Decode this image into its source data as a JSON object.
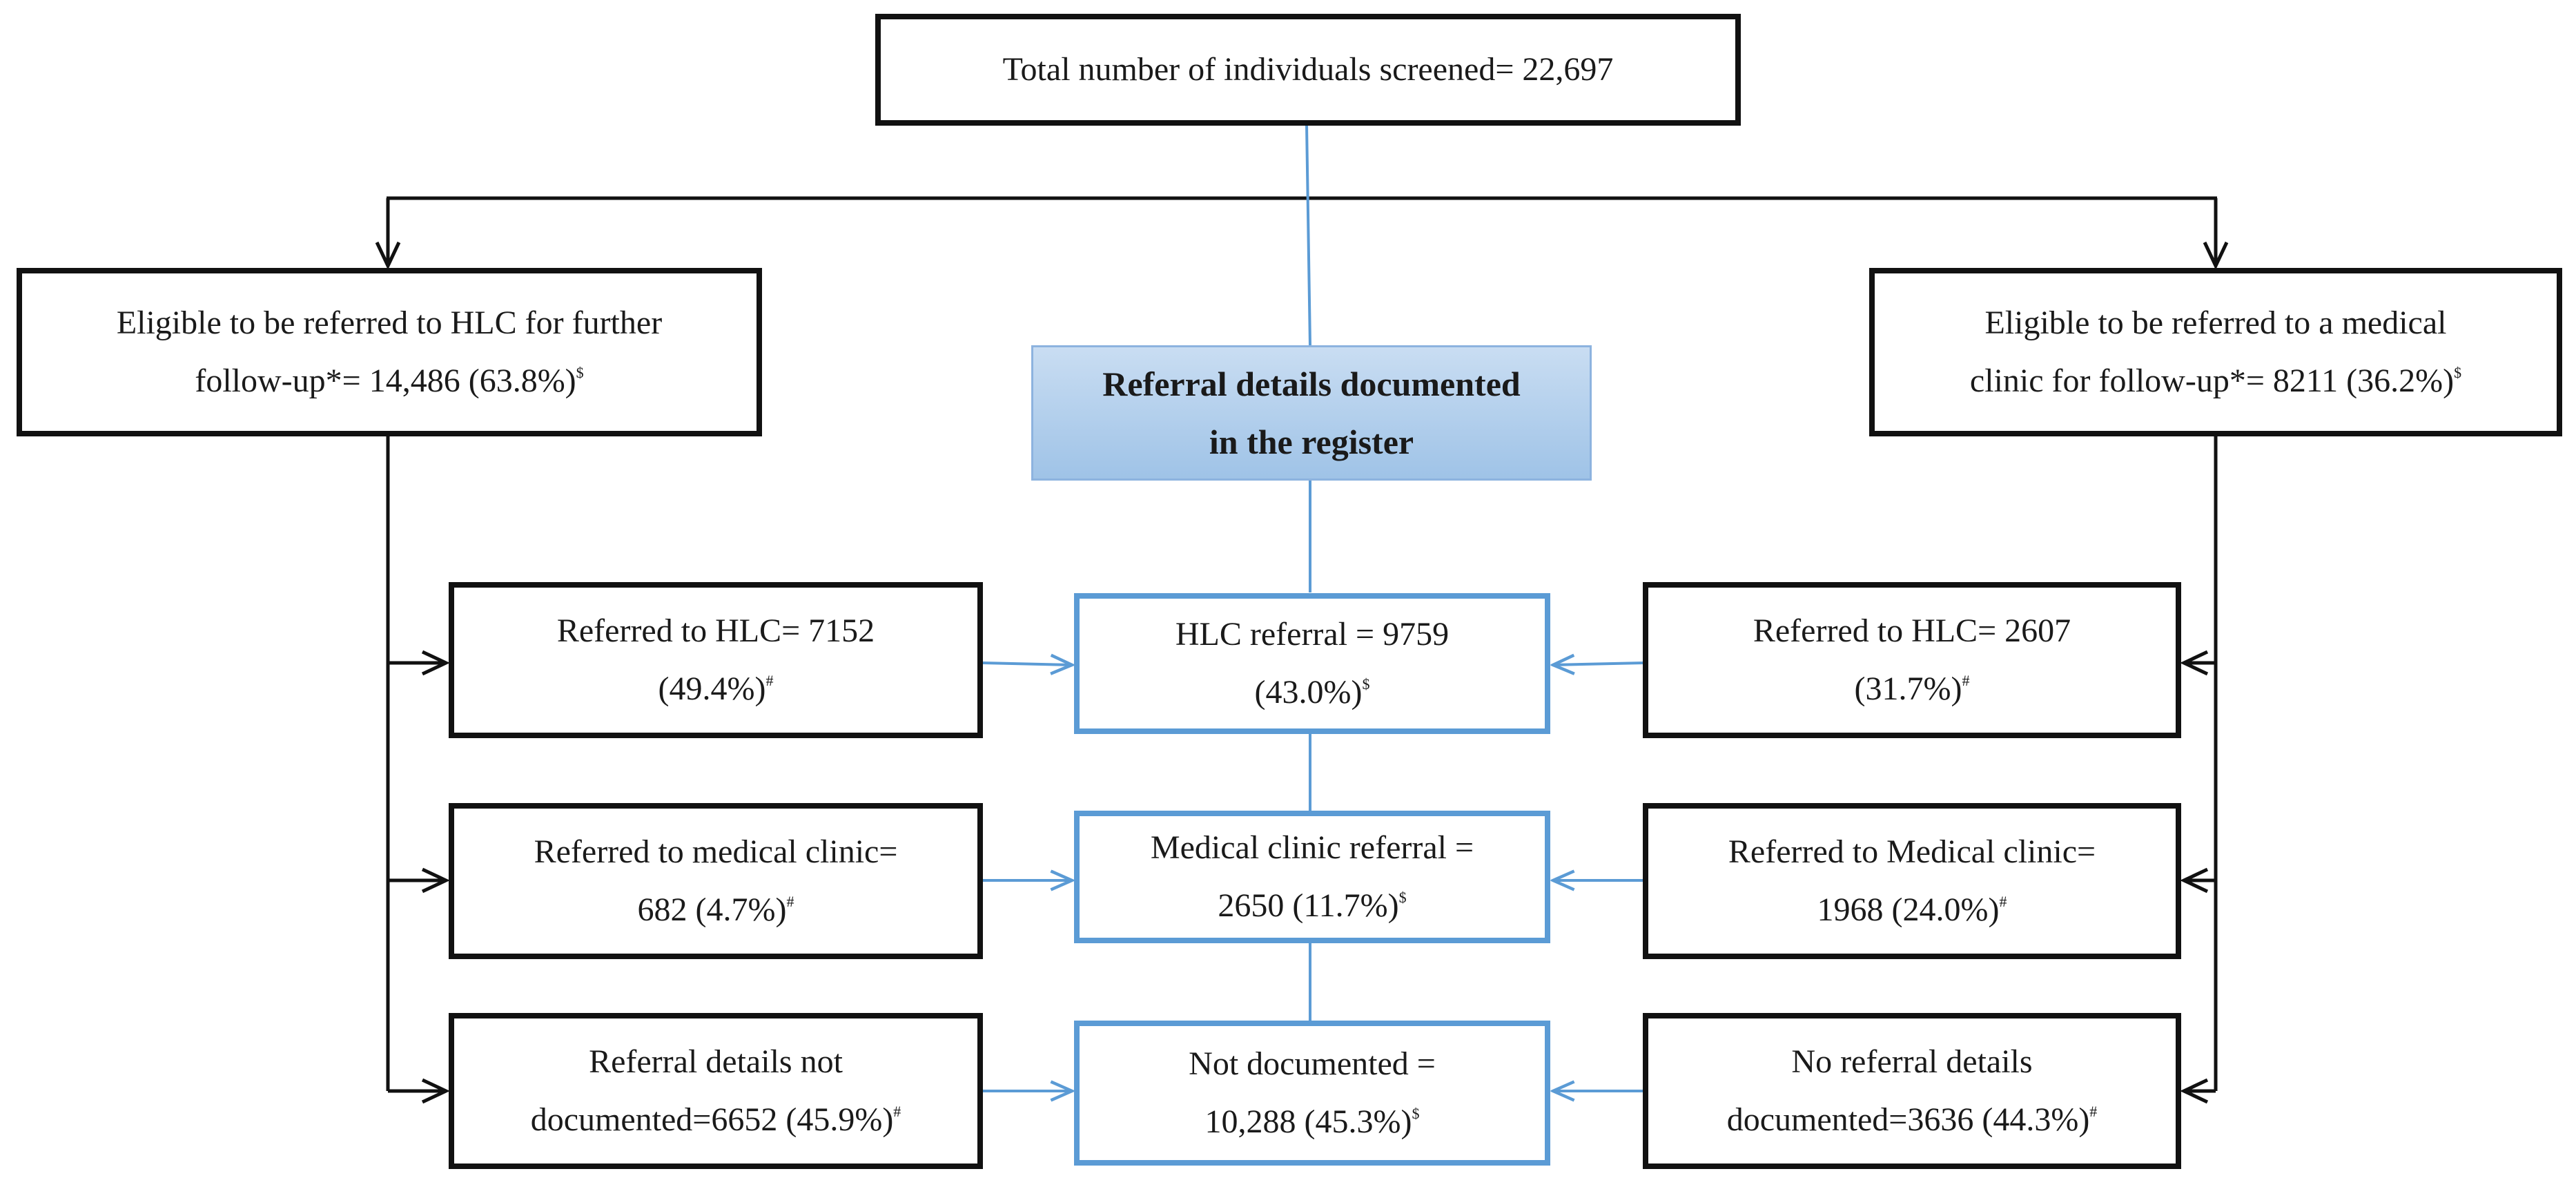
{
  "top": {
    "text": "Total number of individuals screened= 22,697"
  },
  "left_eligible": {
    "text": "Eligible to be referred to HLC for further\nfollow-up*= 14,486 (63.8%)",
    "mark": "$"
  },
  "right_eligible": {
    "text": "Eligible to be referred to a medical\nclinic for follow-up*= 8211 (36.2%)",
    "mark": "$"
  },
  "center_header": {
    "text": "Referral details documented\nin the register"
  },
  "left_column": [
    {
      "text": "Referred to HLC= 7152\n(49.4%)",
      "mark": "#"
    },
    {
      "text": "Referred to medical clinic=\n682 (4.7%)",
      "mark": "#"
    },
    {
      "text": "Referral details not\ndocumented=6652 (45.9%)",
      "mark": "#"
    }
  ],
  "center_column": [
    {
      "text": "HLC referral = 9759\n(43.0%)",
      "mark": "$"
    },
    {
      "text": "Medical clinic referral =\n2650 (11.7%)",
      "mark": "$"
    },
    {
      "text": "Not documented =\n10,288 (45.3%)",
      "mark": "$"
    }
  ],
  "right_column": [
    {
      "text": "Referred to HLC= 2607\n(31.7%)",
      "mark": "#"
    },
    {
      "text": "Referred to Medical clinic=\n1968 (24.0%)",
      "mark": "#"
    },
    {
      "text": "No referral details\ndocumented=3636 (44.3%)",
      "mark": "#"
    }
  ],
  "colors": {
    "box_border": "#111111",
    "blue_border": "#5b9bd5",
    "header_fill": "#9fc3e7"
  }
}
